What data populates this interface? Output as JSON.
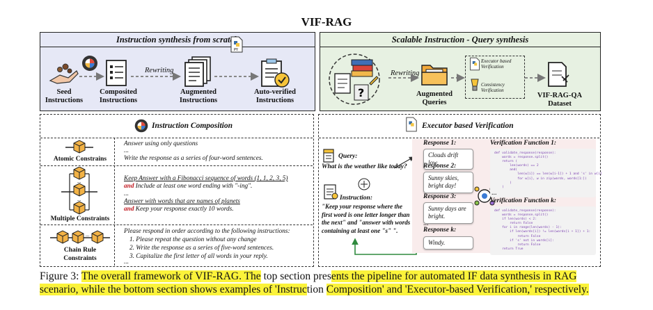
{
  "title": "VIF-RAG",
  "top_left": {
    "header": "Instruction synthesis from scratch",
    "nodes": [
      "Seed\nInstructions",
      "Composited\nInstructions",
      "Augmented\nInstructions",
      "Auto-verified\nInstructions"
    ],
    "edge_label": "Rewriting"
  },
  "top_right": {
    "header": "Scalable Instruction - Query synthesis",
    "edge_label": "Rewriting",
    "augmented": "Augmented\nQueries",
    "verif1": "Executor based\nVerification",
    "verif2": "Consistency\nVerification",
    "dataset": "VIF-RAG-QA\nDataset"
  },
  "composition": {
    "header": "Instruction Composition",
    "atomic_label": "Atomic Constrains",
    "multiple_label": "Multiple Constraints",
    "chain_label": "Chain Rule\nConstraints",
    "atomic_items": [
      "Answer using only questions",
      "...",
      "Write the response as a series of four-word sentences."
    ],
    "multi_1a": "Keep Answer with a Fibonacci sequence of words (1, 1, 2, 3, 5)",
    "and": "and",
    "multi_1b": "Include at least one word ending with \"-ing\".",
    "multi_dots": "...",
    "multi_2a": "Answer with words that are names of planets",
    "multi_2b": "Keep your response exactly 10 words.",
    "chain_intro": "Please respond in order according to the following instructions:",
    "chain_1": "1. Please repeat the question without any change",
    "chain_2": "2. Write the response as a series of five-word sentences.",
    "chain_3": "3. Capitalize the first letter of all words in your reply.",
    "chain_dots": "..."
  },
  "verification": {
    "header": "Executor based Verification",
    "query_label": "Query:",
    "query_text": "What is the weather like today?",
    "instr_label": "Instruction:",
    "instr_text": "\"Keep your response where the first word is one letter longer than the next\" and \"answer with words containing at least one \"s\" \".",
    "responses": [
      {
        "title": "Response 1:",
        "text": "Clouds drift low."
      },
      {
        "title": "Response 2:",
        "text": "Sunny skies,\nbright day!"
      },
      {
        "title": "Response 3:",
        "text": "Sunny days are\nbright."
      },
      {
        "title": "Response k:",
        "text": "Windy."
      }
    ],
    "resp_dots": "...",
    "func1_title": "Verification Function 1:",
    "funck_title": "Verification Function k:",
    "func_dots": "...",
    "code1": "def validate_response(response):\n    words = response.split()\n    return (\n        len(words) == 2\n        and(\n            len(w[i]) == len(w[i-1]) + 1 and 's' in w[i]\n            for w[i], w in zip(words, words[1:])\n        )\n    )",
    "codek": "def validate_response(response):\n    words = response.split()\n    if len(words) < 2:\n        return False\n    for i in range(len(words) - 1):\n        if len(words[i]) != len(words[i + 1]) + 1:\n            return False\n        if 's' not in words[i]:\n            return False\n    return True"
  },
  "caption": {
    "prefix": "Figure 3: ",
    "part1": "The overall framework of VIF-RAG. The",
    "part2": " top section pres",
    "part3": "ents the pipeline for automated IF data synthesis in RAG",
    "line2a": "scenario, while the bottom section shows examples of 'Instruc",
    "line2b": "tion ",
    "line2c": "Composition' and 'Executor-based Verification,' respectively."
  },
  "colors": {
    "left_panel_bg": "#e6e8f6",
    "right_panel_bg": "#e7f1e2",
    "highlight": "#fbf33a",
    "red": "#c0181f",
    "cube": "#f2b246"
  }
}
